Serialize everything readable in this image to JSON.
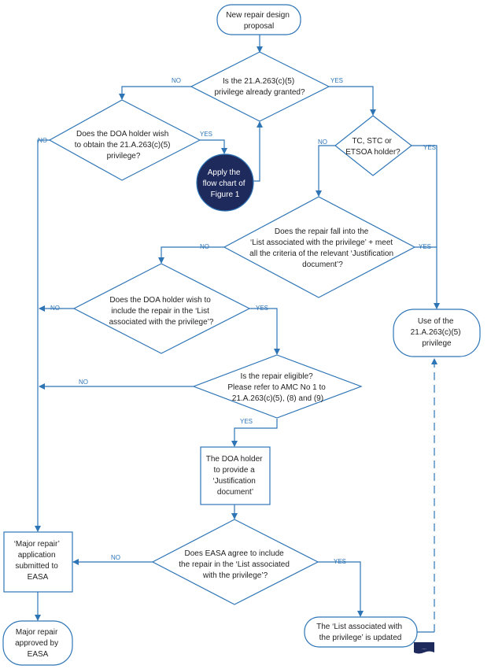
{
  "nodes": {
    "start": [
      "New repair design",
      "proposal"
    ],
    "q_granted": [
      "Is the 21.A.263(c)(5)",
      "privilege already granted?"
    ],
    "q_wish_obtain": [
      "Does the DOA holder wish",
      "to obtain the 21.A.263(c)(5)",
      "privilege?"
    ],
    "apply_figure": [
      "Apply the",
      "flow chart of",
      "Figure 1"
    ],
    "q_holder": [
      "TC, STC or",
      "ETSOA holder?"
    ],
    "q_list_fall": [
      "Does the repair fall into the",
      "‘List associated with the privilege’ + meet",
      "all the criteria of the relevant ‘Justification",
      "document’?"
    ],
    "q_wish_include": [
      "Does the DOA holder wish to",
      "include the repair in the ‘List",
      "associated with the privilege’?"
    ],
    "use_privilege": [
      "Use of the",
      "21.A.263(c)(5)",
      "privilege"
    ],
    "q_eligible": [
      "Is the repair eligible?",
      "Please refer to AMC No 1 to",
      "21.A.263(c)(5), (8) and (9)"
    ],
    "justification": [
      "The DOA holder",
      "to provide a",
      "‘Justification",
      "document’"
    ],
    "major_application": [
      "‘Major repair’",
      "application",
      "submitted to",
      "EASA"
    ],
    "q_easa_agree": [
      "Does EASA agree to include",
      "the repair in the ‘List associated",
      "with the privilege’?"
    ],
    "major_approved": [
      "Major repair",
      "approved by",
      "EASA"
    ],
    "list_updated": [
      "The ‘List associated with",
      "the privilege’ is updated"
    ]
  },
  "edge_labels": {
    "yes": "YES",
    "no": "NO"
  },
  "corner_mark": "....",
  "colors": {
    "stroke": "#2e75b6",
    "dark_fill": "#1f2a5c",
    "text": "#1f1f1f"
  }
}
